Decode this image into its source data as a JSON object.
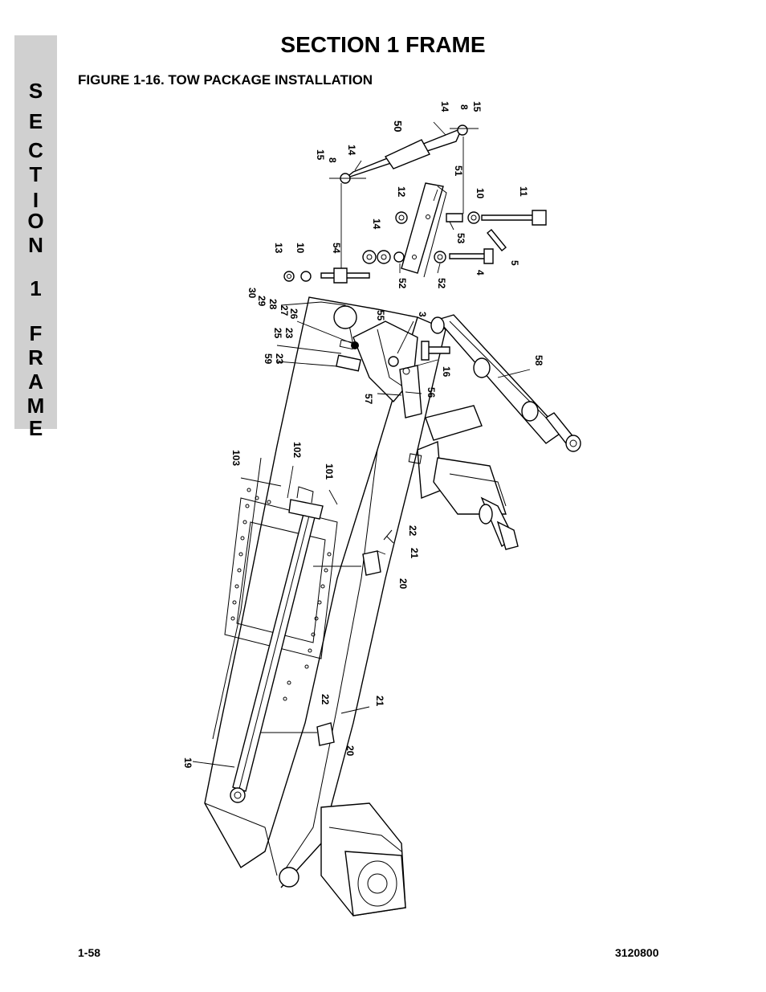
{
  "header": {
    "title": "SECTION 1  FRAME",
    "figure_title": "FIGURE 1-16.  TOW PACKAGE INSTALLATION"
  },
  "side_tab": {
    "letters": [
      "S",
      "E",
      "C",
      "T",
      "I",
      "O",
      "N",
      "1",
      "F",
      "R",
      "A",
      "M",
      "E"
    ]
  },
  "footer": {
    "page_number": "1-58",
    "document_number": "3120800"
  },
  "callouts": {
    "c14a": "14",
    "c8a": "8",
    "c15a": "15",
    "c50": "50",
    "c15b": "15",
    "c8b": "8",
    "c14b": "14",
    "c51": "51",
    "c12": "12",
    "c10a": "10",
    "c11": "11",
    "c14c": "14",
    "c13": "13",
    "c10b": "10",
    "c54": "54",
    "c52a": "52",
    "c53": "53",
    "c52b": "52",
    "c4": "4",
    "c5": "5",
    "c30": "30",
    "c29": "29",
    "c28": "28",
    "c27": "27",
    "c26": "26",
    "c55": "55",
    "c3": "3",
    "c25": "25",
    "c23a": "23",
    "c59": "59",
    "c23b": "23",
    "c16": "16",
    "c58": "58",
    "c57": "57",
    "c56": "56",
    "c103": "103",
    "c102": "102",
    "c101": "101",
    "c22a": "22",
    "c21a": "21",
    "c20a": "20",
    "c22b": "22",
    "c21b": "21",
    "c20b": "20",
    "c19": "19"
  }
}
